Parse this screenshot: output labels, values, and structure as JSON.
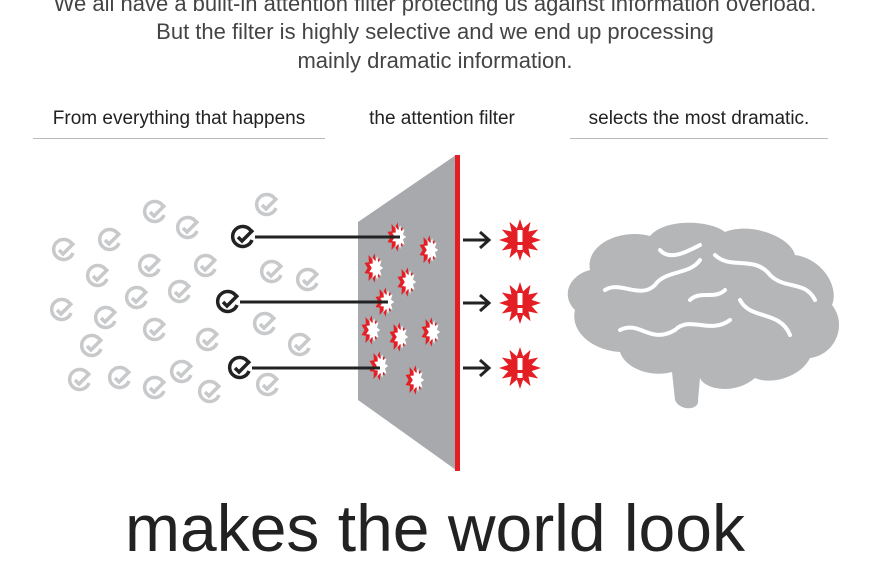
{
  "intro": {
    "line1": "We all have a built-in attention filter protecting us against information overload.",
    "line2": "But the filter is highly selective and we end up processing",
    "line3": "mainly dramatic information."
  },
  "headers": {
    "left": "From everything that happens",
    "middle": "the attention filter",
    "right": "selects the most dramatic."
  },
  "footer": {
    "text": "makes the world look"
  },
  "colors": {
    "accent": "#e31e24",
    "gray": "#a7a9ac",
    "dark": "#222222"
  },
  "icons": {
    "info": "check-circle-icon",
    "filter": "filter-panel",
    "output": "exclamation-burst-icon",
    "brain": "brain-icon"
  }
}
